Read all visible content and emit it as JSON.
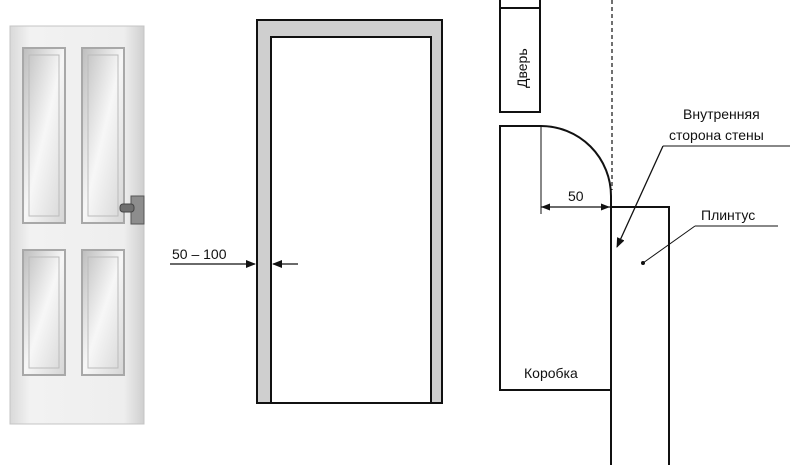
{
  "door_photo": {
    "description_hidden": ""
  },
  "frame_view": {
    "gap_label": "50 – 100"
  },
  "section_view": {
    "door_label": "Дверь",
    "frame_label": "Коробка",
    "clearance_label": "50",
    "wall_label_line1": "Внутренняя",
    "wall_label_line2": "сторона стены",
    "baseboard_label": "Плинтус"
  },
  "colors": {
    "line": "#111111",
    "frame_fill": "#cfcfcf",
    "door_panel": "#ececec",
    "door_edge": "#9a9a9a"
  }
}
